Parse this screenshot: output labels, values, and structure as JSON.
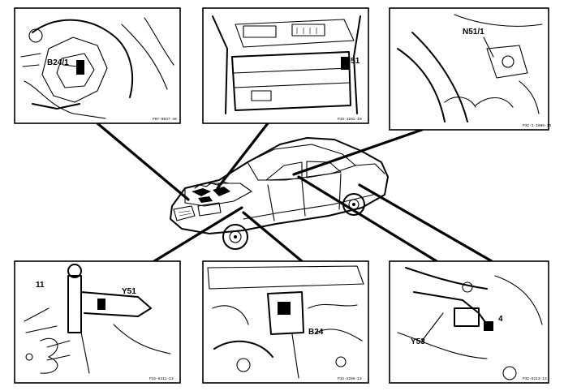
{
  "panels": [
    {
      "id": "top-left",
      "label": "B24/1",
      "code": "P07-0037-40"
    },
    {
      "id": "top-center",
      "label": "N51",
      "code": "P15-1262-10"
    },
    {
      "id": "top-right",
      "label": "N51/1",
      "code": "P32-1-1060-16"
    },
    {
      "id": "bottom-left",
      "label_a": "11",
      "label_b": "Y51",
      "code": "P32-6411-13"
    },
    {
      "id": "bottom-center",
      "label": "B24",
      "code": "P32-2266-13"
    },
    {
      "id": "bottom-right",
      "label_a": "Y53",
      "label_b": "4",
      "code": "P32-6213-13"
    }
  ]
}
